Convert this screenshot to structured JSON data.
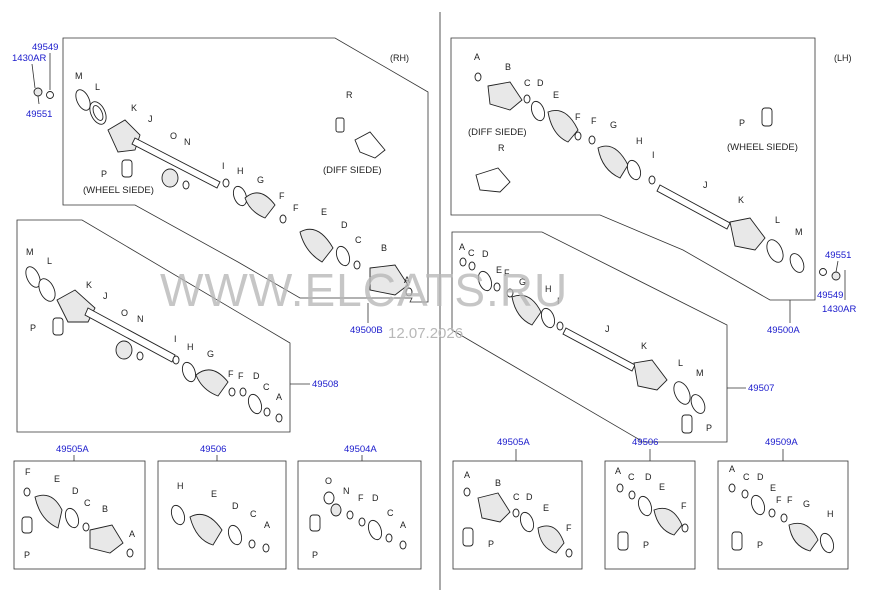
{
  "side_labels": {
    "rh": "(RH)",
    "lh": "(LH)"
  },
  "captions": {
    "wheel_side": "(WHEEL SIEDE)",
    "diff_side_rh": "(DIFF SIEDE)",
    "diff_side_lh": "(DIFF SIEDE)",
    "wheel_side_lh": "(WHEEL SIEDE)"
  },
  "part_numbers": {
    "n49549_l": "49549",
    "n1430ar_l": "1430AR",
    "n49551_l": "49551",
    "n49500b": "49500B",
    "n49508": "49508",
    "n49505a_l": "49505A",
    "n49506_l": "49506",
    "n49504a": "49504A",
    "n49551_r": "49551",
    "n49549_r": "49549",
    "n1430ar_r": "1430AR",
    "n49500a": "49500A",
    "n49507": "49507",
    "n49505a_r": "49505A",
    "n49506_r": "49506",
    "n49509a": "49509A"
  },
  "watermark": {
    "text": "WWW.ELCATS.RU",
    "date": "12.07.2026"
  },
  "letters": {
    "A": "A",
    "B": "B",
    "C": "C",
    "D": "D",
    "E": "E",
    "F": "F",
    "G": "G",
    "H": "H",
    "I": "I",
    "J": "J",
    "K": "K",
    "L": "L",
    "M": "M",
    "N": "N",
    "O": "O",
    "P": "P",
    "R": "R"
  },
  "colors": {
    "line": "#333333",
    "part_number": "#1a1acc",
    "watermark": "#b8b8b8"
  }
}
